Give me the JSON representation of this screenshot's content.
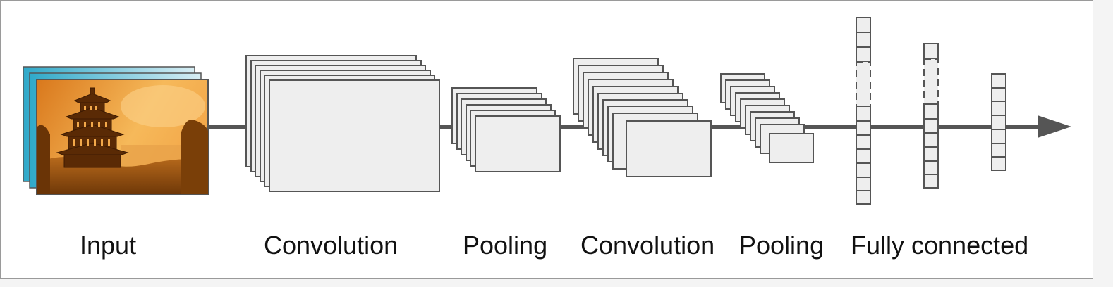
{
  "labels": {
    "input": "Input",
    "convolution_1": "Convolution",
    "pooling_1": "Pooling",
    "convolution_2": "Convolution",
    "pooling_2": "Pooling",
    "fully_connected": "Fully connected"
  },
  "colors": {
    "map_fill": "#eeeeee",
    "map_stroke": "#555555",
    "arrow": "#555555",
    "photo_sky": "#f6b95a",
    "photo_dark": "#7a3f08",
    "photo_back_layer": "#2fa9c9"
  },
  "icons": {
    "input_image": "pagoda-photo"
  }
}
